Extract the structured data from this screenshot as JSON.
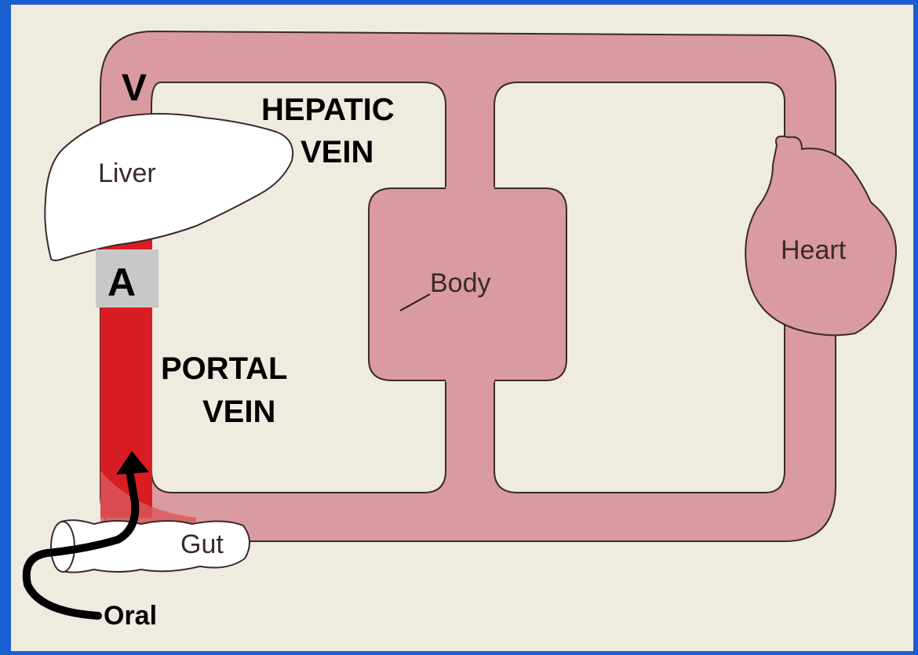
{
  "diagram": {
    "labels": {
      "v_marker": "V",
      "a_marker": "A",
      "hepatic_line1": "HEPATIC",
      "hepatic_line2": "VEIN",
      "portal_line1": "PORTAL",
      "portal_line2": "VEIN",
      "liver": "Liver",
      "body": "Body",
      "heart": "Heart",
      "gut": "Gut",
      "oral": "Oral"
    },
    "colors": {
      "frame": "#1a5fcf",
      "paper": "#efebe1",
      "vessel": "#d99aa0",
      "vessel_outline": "#3a2a2a",
      "portal_vein": "#d81e24",
      "marker_box": "#c8c8c8",
      "arrow": "#000000"
    }
  }
}
